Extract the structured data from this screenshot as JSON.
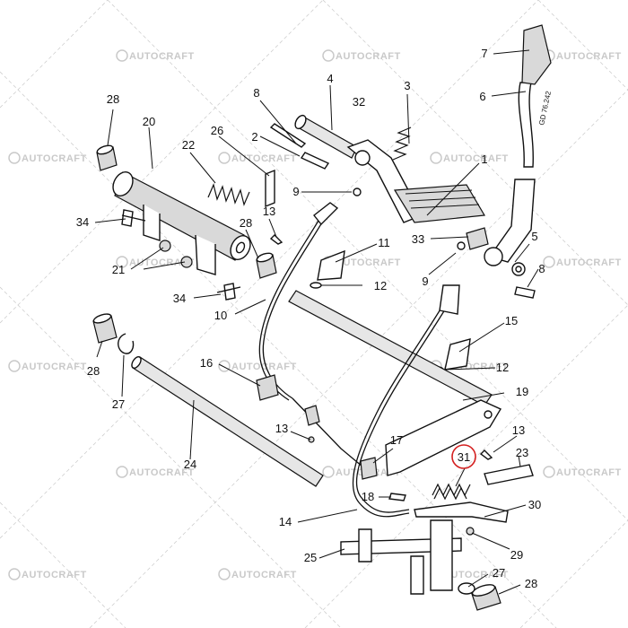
{
  "watermark": {
    "text": "AUTOCRAFT"
  },
  "drawing_code": "GD 76.242",
  "highlight": {
    "label": "31",
    "color": "#d42020"
  },
  "labels": {
    "l1": "1",
    "l2": "2",
    "l3": "3",
    "l4": "4",
    "l5": "5",
    "l6": "6",
    "l7": "7",
    "l8a": "8",
    "l8b": "8",
    "l9a": "9",
    "l9b": "9",
    "l10": "10",
    "l11": "11",
    "l12a": "12",
    "l12b": "12",
    "l13a": "13",
    "l13b": "13",
    "l13c": "13",
    "l14": "14",
    "l15": "15",
    "l16": "16",
    "l17": "17",
    "l18": "18",
    "l19": "19",
    "l20": "20",
    "l21": "21",
    "l22": "22",
    "l23": "23",
    "l24": "24",
    "l25": "25",
    "l26": "26",
    "l27a": "27",
    "l27b": "27",
    "l28a": "28",
    "l28b": "28",
    "l28c": "28",
    "l28d": "28",
    "l29": "29",
    "l30": "30",
    "l31": "31",
    "l32": "32",
    "l33": "33",
    "l34a": "34",
    "l34b": "34"
  }
}
